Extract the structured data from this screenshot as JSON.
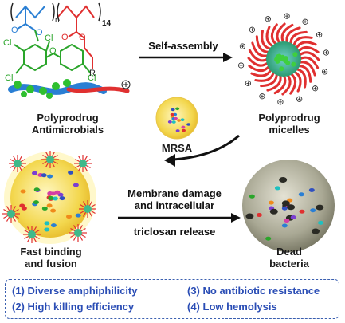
{
  "structure": {
    "n_label": "n",
    "m_label": "14",
    "R_label": "R",
    "Cl_label": "Cl",
    "O_label": "O"
  },
  "labels": {
    "polyprodrug_antimicrobials": [
      "Polyprodrug",
      "Antimicrobials"
    ],
    "polyprodrug_micelles": [
      "Polyprodrug",
      "micelles"
    ],
    "mrsa": "MRSA",
    "fast_binding": [
      "Fast binding",
      "and fusion"
    ],
    "dead_bacteria": [
      "Dead",
      "bacteria"
    ]
  },
  "steps": {
    "self_assembly": "Self-assembly",
    "membrane": [
      "Membrane damage",
      "and intracellular"
    ],
    "release": "triclosan release"
  },
  "properties": [
    "(1) Diverse amphiphilicity",
    "(2) High killing efficiency",
    "(3) No antibiotic resistance",
    "(4) Low hemolysis"
  ],
  "colors": {
    "hydrophobic_block": "#2a7fd4",
    "hydrophilic_block": "#e03030",
    "triclosan": "#2aa52a",
    "bacteria": "#f2d54a",
    "dead_bacteria": "#8a8a78",
    "property_text": "#2a4db5"
  }
}
